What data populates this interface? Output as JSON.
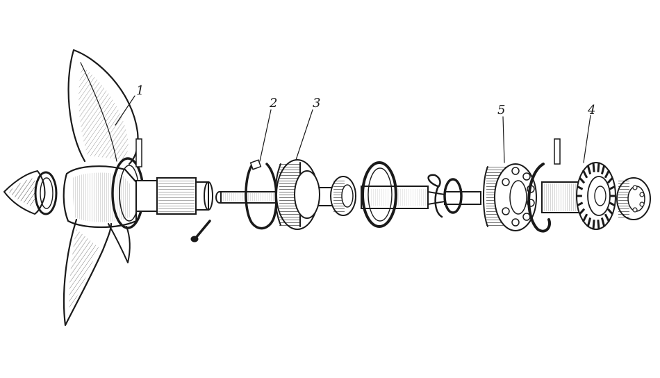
{
  "callouts": [
    {
      "id": "1",
      "text": "1"
    },
    {
      "id": "2",
      "text": "2"
    },
    {
      "id": "3",
      "text": "3"
    },
    {
      "id": "4",
      "text": "4"
    },
    {
      "id": "5",
      "text": "5"
    }
  ],
  "colors": {
    "ink": "#1a1a1a",
    "paper": "#ffffff"
  }
}
